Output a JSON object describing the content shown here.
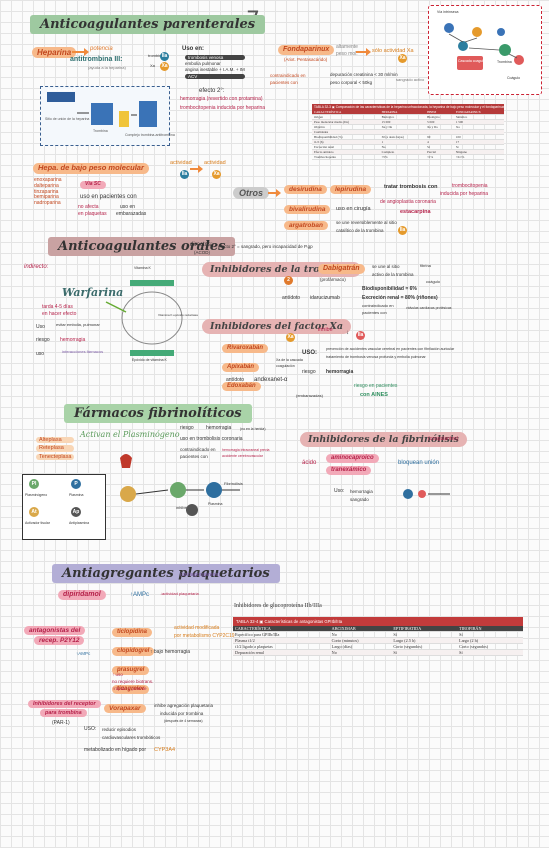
{
  "page_number": "7",
  "parenterales": {
    "title": "Anticoagulantes parenterales",
    "heparina": "Heparina",
    "potencia": "potencia",
    "antitrombina": "antitrombina III:",
    "antitrombina_note": "(ayuda a la heparina)",
    "trombina_label": "trombina",
    "xa_label": "Xa",
    "uso_en": "Uso en:",
    "uso_items": [
      "trombosis venosa",
      "embolia pulmonar",
      "angina inestable + I.A.M. + IM",
      "ACV"
    ],
    "fondaparinux": "Fondaparinux",
    "fondaparinux_note": "(Arixt. Pentasacárido)",
    "fonda_side1": "altamente",
    "fonda_side2": "peso mol.",
    "fonda_actividad": "sólo actividad Xa",
    "fonda_contra1": "contraindicado en",
    "fonda_contra2": "pacientes con",
    "fonda_contra3": "depuración creatinina < 30 ml/min",
    "fonda_contra4": "peso corporal < 50kg",
    "fonda_contra5": "sangrado activo",
    "efecto": "efecto 2°:",
    "efecto1": "hemorragia (revertido con protamina)",
    "efecto2": "trombocitopenia inducida por heparina",
    "diagram_title": "Antitrombina III",
    "diagram_notes": [
      "Heparina",
      "Sitio de unión de la heparina",
      "Antitrombina III",
      "Trombina",
      "Complejo trombina-antitrombina"
    ],
    "hbpm": "Hepa. de bajo peso molecular",
    "hbpm_actividad": "actividad",
    "hbpm_actividad2": "actividad",
    "hbpm_list": [
      "enoxaparina",
      "dalteparina",
      "tinzaparina",
      "bemiparina",
      "nadroparina"
    ],
    "hbpm_via": "Vía SC",
    "hbpm_uso1": "uso en pacientes con",
    "hbpm_uso2": "no afecta",
    "hbpm_uso3": "uso en",
    "hbpm_uso4": "en plaquetas",
    "hbpm_uso5": "embarazadas",
    "otros": "Otros",
    "desirudina": "desirudina",
    "lepirudina": "lepirudina",
    "otros_tratar": "tratar trombosis con",
    "otros_tratar2": "trombocitopenia",
    "otros_tratar3": "inducida por heparina",
    "bivalirudina": "bivalirudina",
    "bival_uso": "uso en cirugía",
    "bival_uso2": "de angioplastia coronaria",
    "argatroban": "argatroban",
    "argat_text": "se une reversiblemente al sitio",
    "argat_text2": "catalítico de la trombina",
    "estacarpo": "estacarpina"
  },
  "table1": {
    "caption": "TABLA 32-3 ▣ Comparación de las características de la heparina unfraccionada, la heparina de bajo peso molecular y el fondaparinux",
    "headers": [
      "CARACTERÍSTICA",
      "HEPARINA",
      "HBPM",
      "FONDAPARINUX"
    ],
    "rows": [
      [
        "Origen",
        "Biológico",
        "Biológico",
        "Sintético"
      ],
      [
        "Peso molecular medio (Da)",
        "15 000",
        "5 000",
        "1 500"
      ],
      [
        "Objetivo",
        "Xa y IIa",
        "Xa y IIa",
        "Xa"
      ],
      [
        "Cualidades",
        "",
        "",
        ""
      ],
      [
        "Biodisponibilidad (%)",
        "30 (a dosis bajas)",
        "90",
        "100"
      ],
      [
        "t1/2 (h)",
        "1",
        "4",
        "17"
      ],
      [
        "Excreción renal",
        "No",
        "Sí",
        "Sí"
      ],
      [
        "Efecto antídoto",
        "Completo",
        "Parcial",
        "Ninguno"
      ],
      [
        "Trombocitopenia",
        "<5%",
        "<1%",
        "<0.1%"
      ]
    ]
  },
  "orales": {
    "title": "Anticoagulantes orales",
    "indirecto": "indirecto:",
    "warfarina": "Warfarina",
    "directos": "directos:",
    "directos_note": "efecto 2° = sangrado, pero incapacidad de P.gp",
    "directos_note2": "(ACOD)",
    "tarda": "tarda 4-5 días",
    "tarda2": "en hacer efecto",
    "uso": "Uso",
    "uso_warf": "evitar embolia, pulmonar",
    "riesgo": "riesgo",
    "riesgo_warf": "hemorragia",
    "uso2": "uso",
    "interacciones": "interacciones fármacos",
    "cycle_labels": [
      "Vitamina K",
      "Vitamina K reductasa",
      "Epóxido de vitamina K",
      "Vitamina K epóxido reductasa",
      "Warfarina"
    ],
    "inh_trombina": "Inhibidores de la trombina",
    "inh_trombina_badge": "2",
    "dabigatran": "Dabigatrán",
    "dabig_note": "(profármaco)",
    "dabig1": "se une al sitio",
    "dabig2": "activo de la trombina",
    "dabig3": "coágulo",
    "dabig4": "fibrina",
    "dabig_bio": "Biodisponibilidad = 6%",
    "dabig_excr": "Excreción renal = 80% (riñones)",
    "dabig_contra": "contraindicado en",
    "dabig_contra2": "pacientes con",
    "dabig_contra3": "válvulas cardiacas protésicas",
    "antidoto1": "antídoto",
    "antidoto1_val": "idarucizumab",
    "inh_xa": "Inhibidores del factor Xa",
    "inh_xa_badge": "Xa",
    "xa_list": [
      "Rivaroxabán",
      "Apixabán",
      "Edoxabán"
    ],
    "xa_note": "Xa de la cascada",
    "xa_note2": "coagulación",
    "inhibe": "inhibe",
    "inhibe_val": "↓",
    "xa_uso": "USO:",
    "xa_uso1": "prevención de accidentes vascular cerebral en pacientes con fibrilación auricular",
    "xa_uso2": "tratamiento de trombosis venosa profunda y embolia pulmonar",
    "riesgo_xa": "riesgo",
    "riesgo_xa_val": "hemorragia",
    "riesgo_xa2": "riesgo en pacientes",
    "riesgo_xa3": "(embarazadas)",
    "riesgo_xa4": "con AINES",
    "antidoto2": "antídoto",
    "antidoto2_val": "andexanet-α"
  },
  "fibrinoliticos": {
    "title": "Fármacos fibrinolíticos",
    "activan": "Activan el Plasminógeno",
    "list": [
      "Alteplasa",
      "Reteplasa",
      "Tenecteplasa"
    ],
    "riesgo": "riesgo",
    "riesgo_val": "hemorragia",
    "riesgo_note": "(no en la herida)",
    "uso": "uso en trombolisis coronaria",
    "contra": "contraindicado en",
    "contra2": "pacientes con",
    "contra3": "hemorragia intracraneal previa",
    "contra4": "accidente cerebrovascular",
    "inh_fib": "Inhibidores de la fibrinólisis",
    "inh_fib_note": "(coagulantes)",
    "acido": "ácido",
    "aminocaproico": "aminocaproico",
    "tranexamico": "tranexámico",
    "bloquean": "bloquean unión",
    "uso_fib": "Uso:",
    "uso_fib2": "hemorragia",
    "uso_fib3": "sangrado",
    "legend": [
      "Pl",
      "Plasmina",
      "Plasminógeno",
      "Activador tisular",
      "Antiplasmina"
    ],
    "diagram_labels": [
      "Fibrinólisis",
      "Coágulo",
      "Fibrina",
      "Fibrinógeno",
      "Factores anti-trombos",
      "Plasmina",
      "inhibe"
    ]
  },
  "antiagregantes": {
    "title": "Antiagregantes plaquetarios",
    "title_note": "(antiagregantes)",
    "dipiridamol": "dipiridamol",
    "dipi_effect": "↑AMPc",
    "dipi_effect2": "↓actividad plaquetaria",
    "p2y12_1": "antagonistas del",
    "p2y12_2": "recep. P2Y12",
    "p2y12_note": "↑AMPc",
    "p2y12_list": [
      "ticlopidina",
      "clopidogrel",
      "prasugrel",
      "ticagrelor"
    ],
    "p2y12_side1": "actividad modificada",
    "p2y12_side2": "por metabolismo CYP2C19",
    "p2y12_side3": "↑ bajo hemorragia",
    "p2y12_side4": "↑ uso",
    "p2y12_side5": "no requiere biotrans.",
    "p2y12_side6": "↑rápido y potente",
    "par_1": "Inhibidores del receptor",
    "par_2": "para trombina",
    "par_3": "(PAR-1)",
    "vorapaxar": "Vorapaxar",
    "vora_text": "inhibe agregación plaquetaria",
    "vora_text2": "inducida por trombina",
    "vora_text3": "(después de 4 semanas)",
    "par_uso": "USO:",
    "par_uso2": "reducir episodios",
    "par_uso3": "cardiovasculares trombóticos",
    "par_metab": "metabolizado en hígado por",
    "par_metab2": "CYP3A4"
  },
  "table2": {
    "label": "Inhibidores de glucoproteína IIb/IIIa",
    "caption": "TABLA 32-4 ▣ Características de antagonistas GPIIb/IIIa",
    "headers": [
      "CARACTERÍSTICA",
      "ABCIXIMAB",
      "EPTIFIBATIDA",
      "TIROFIBÁN"
    ],
    "rows": [
      [
        "Específico para GPIIb/IIIa",
        "No",
        "Sí",
        "Sí"
      ],
      [
        "Plasma t1/2",
        "Corto (minutos)",
        "Largo (2.5 h)",
        "Largo (2 h)"
      ],
      [
        "t1/2 ligado a plaquetas",
        "Largo (días)",
        "Corto (segundos)",
        "Corto (segundos)"
      ],
      [
        "Depuración renal",
        "No",
        "Sí",
        "Sí"
      ]
    ]
  },
  "topright": {
    "title": "Cascada coagulación",
    "labels": [
      "Vía intrínseca",
      "Vía extrínseca",
      "Protrombina",
      "Trombina",
      "Fibrinógeno",
      "Fibrina",
      "Coágulo"
    ]
  },
  "colors": {
    "green_header": "#9ec9a0",
    "mauve_header": "#c9a2a2",
    "purple_header": "#b3aed6",
    "orange": "#f08a3c",
    "pink": "#e57294",
    "table_red": "#b53a3a",
    "table2_red": "#c23b3b"
  }
}
